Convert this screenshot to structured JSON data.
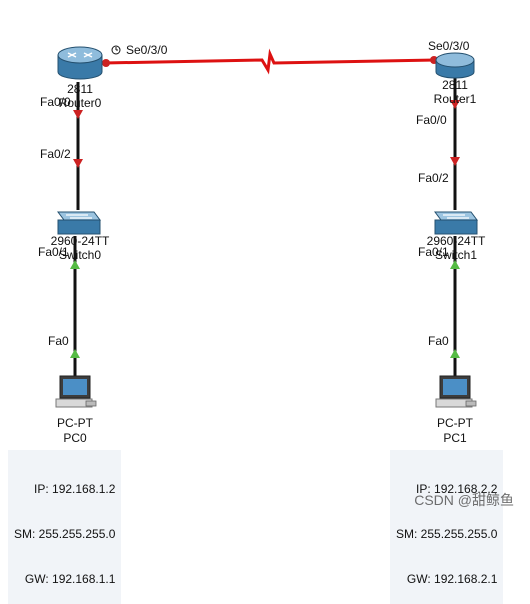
{
  "devices": {
    "router0": {
      "model": "2811",
      "name": "Router0"
    },
    "router1": {
      "model": "2811",
      "name": "Router1"
    },
    "switch0": {
      "model": "2960-24TT",
      "name": "Switch0"
    },
    "switch1": {
      "model": "2960-24TT",
      "name": "Switch1"
    },
    "pc0": {
      "model": "PC-PT",
      "name": "PC0"
    },
    "pc1": {
      "model": "PC-PT",
      "name": "PC1"
    }
  },
  "ports": {
    "r0_serial": "Se0/3/0",
    "r1_serial": "Se0/3/0",
    "r0_fa": "Fa0/0",
    "sw0_fa02": "Fa0/2",
    "sw0_fa01": "Fa0/1",
    "pc0_fa": "Fa0",
    "r1_fa": "Fa0/0",
    "sw1_fa02": "Fa0/2",
    "sw1_fa01": "Fa0/1",
    "pc1_fa": "Fa0"
  },
  "pc0_info": {
    "ip": "IP: 192.168.1.2",
    "sm": "SM: 255.255.255.0",
    "gw": "GW: 192.168.1.1"
  },
  "pc1_info": {
    "ip": "IP: 192.168.2.2",
    "sm": "SM: 255.255.255.0",
    "gw": "GW: 192.168.2.1"
  },
  "watermark": "CSDN @甜鲸鱼",
  "colors": {
    "serial_link": "#dd1111",
    "ethernet_link": "#111111",
    "port_down": "#cc2222",
    "port_up": "#55bb44",
    "device_blue": "#4a86b8"
  }
}
